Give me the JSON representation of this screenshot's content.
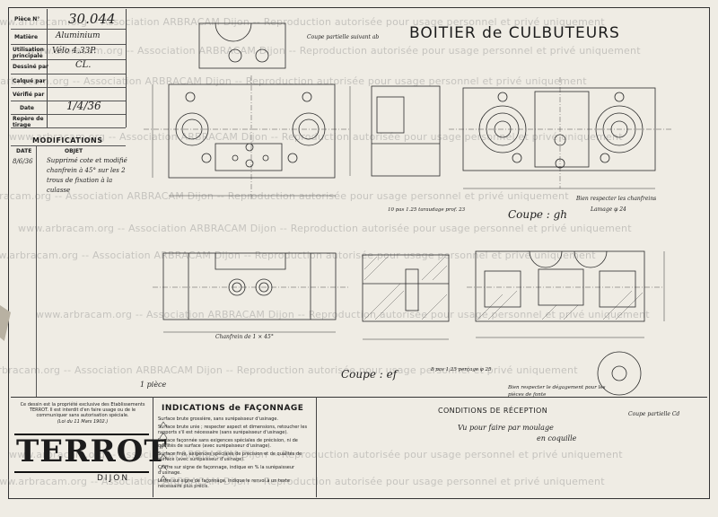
{
  "title_block": {
    "piece_no_label": "Pièce N°",
    "piece_no_value": "30.044",
    "matiere_label": "Matière",
    "matiere_value": "Aluminium",
    "utilisation_label": "Utilisation principale",
    "utilisation_value": "Vélo 4.33P.",
    "dessine_label": "Dessiné par",
    "dessine_value": "CL.",
    "calque_label": "Calqué par",
    "verifie_label": "Vérifié par",
    "date_label": "Date",
    "date_value": "1/4/36",
    "repere_label": "Repère de tirage"
  },
  "modifications": {
    "heading": "MODIFICATIONS",
    "date_col": "DATE",
    "objet_col": "OBJET",
    "entry_date": "8/6/36",
    "entry_text": "Supprimé cote et modifié chanfrein à 45° sur les 2 trous de fixation à la culasse"
  },
  "drawing": {
    "title": "BOITIER de CULBUTEURS",
    "note_top": "Coupe partielle suivant ab",
    "label_coupe_gh": "Coupe : gh",
    "label_coupe_ef": "Coupe : ef",
    "label_coupe_cd": "Coupe partielle Cd",
    "note_chanfreins": "Bien respecter les chanfreins",
    "note_lamage": "Lamage φ 24",
    "note_pieces": "1 pièce",
    "note_brut": "Bien respecter le dégagement pour les pièces de fonte",
    "note_chanfrein_e": "Chanfrein de 1 × 45°",
    "note_taraudage": "10 pas 1.25 taraudage prof. 23",
    "note_pas": "8 pas 1,25 perçage φ 25"
  },
  "company": {
    "notice": "Ce dessin est la propriété exclusive des Etablissements TERROT. Il est interdit d'en faire usage ou de le communiquer sans autorisation spéciale.",
    "law": "(Loi du 11 Mars 1902.)",
    "logo": "TERROT",
    "city": "DIJON"
  },
  "indications": {
    "heading": "INDICATIONS de FAÇONNAGE",
    "items": [
      "Surface brute grossière, sans surépaisseur d'usinage.",
      "Surface brute unie ; respecter aspect et dimensions, retoucher les rapports s'il est nécessaire (sans surépaisseur d'usinage).",
      "Surface façonnée sans exigences spéciales de précision, ni de qualités de surface (avec surépaisseur d'usinage).",
      "Surface finie, exigences spéciales de précision et de qualités de surface (avec surépaisseur d'usinage).",
      "Chiffre sur signe de façonnage, indique en % la surépaisseur d'usinage.",
      "Lettre sur signe de façonnage, indique le renvoi à un texte nécessaire plus précis."
    ]
  },
  "reception": {
    "heading": "CONDITIONS DE RÉCEPTION",
    "text1": "Vu pour faire par moulage",
    "text2": "en coquille"
  },
  "watermark": "www.arbracam.org -- Association ARBRACAM Dijon -- Reproduction autorisée pour usage personnel et privé uniquement"
}
